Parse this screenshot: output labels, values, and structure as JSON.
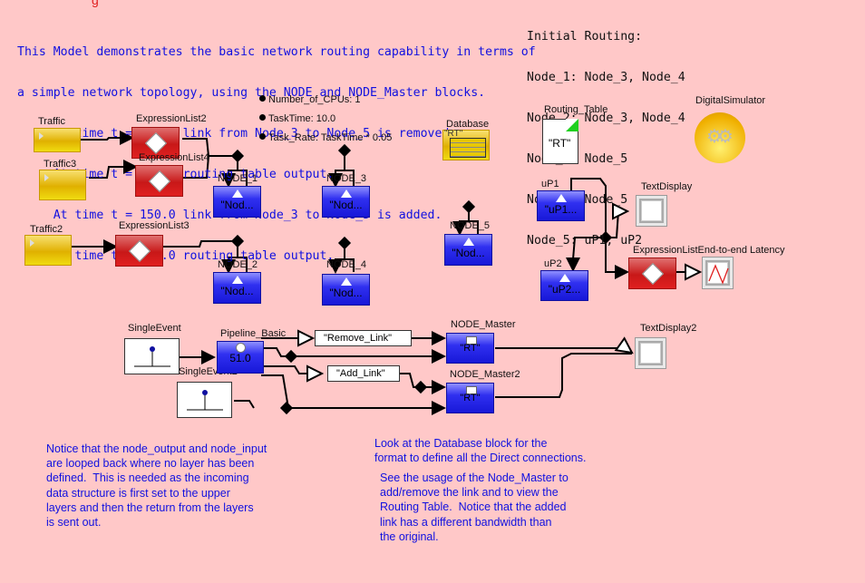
{
  "description": {
    "lines": [
      "This Model demonstrates the basic network routing capability in terms of",
      "a simple network topology, using the NODE and NODE_Master blocks.",
      "     At time t = 100.0 link from Node_3 to Node_5 is removed.",
      "     At time t = 110.0 routing table output.",
      "     At time t = 150.0 link from Node_3 to Node_5 is added.",
      "     At time t = 160.0 routing table output."
    ]
  },
  "initial_routing": {
    "lines": [
      "Initial Routing:",
      "Node_1: Node_3, Node_4",
      "Node_2: Node_3, Node_4",
      "Node_3: Node_5",
      "Node_4: Node_5",
      "Node_5: uP1, uP2"
    ]
  },
  "parameters": [
    "Number_of_CPUs: 1",
    "TaskTime: 10.0",
    "Task_Rate: TaskTime * 0.05"
  ],
  "blocks": {
    "traffic": {
      "label": "Traffic"
    },
    "traffic3": {
      "label": "Traffic3"
    },
    "traffic2": {
      "label": "Traffic2"
    },
    "exprlist2": {
      "label": "ExpressionList2"
    },
    "exprlist4": {
      "label": "ExpressionList4"
    },
    "exprlist3": {
      "label": "ExpressionList3"
    },
    "node1": {
      "label": "NODE_1",
      "value": "\"Nod..."
    },
    "node2": {
      "label": "NODE_2",
      "value": "\"Nod..."
    },
    "node3": {
      "label": "NODE_3",
      "value": "\"Nod..."
    },
    "node4": {
      "label": "NODE_4",
      "value": "\"Nod..."
    },
    "node5": {
      "label": "NODE_5",
      "value": "\"Nod..."
    },
    "database": {
      "label": "Database",
      "value": "\"RT\""
    },
    "routing_table": {
      "label": "Routing_Table",
      "value": "\"RT\""
    },
    "digital_simulator": {
      "label": "DigitalSimulator"
    },
    "up1": {
      "label": "uP1",
      "value": "\"uP1..."
    },
    "up2": {
      "label": "uP2",
      "value": "\"uP2..."
    },
    "text_display": {
      "label": "TextDisplay"
    },
    "exprlist_latency": {
      "label": "ExpressionListEnd-to-end Latency"
    },
    "single_event": {
      "label": "SingleEvent"
    },
    "single_event2": {
      "label": "SingleEvent2"
    },
    "pipeline": {
      "label": "Pipeline_Basic",
      "value": "51.0"
    },
    "remove_link": {
      "value": "\"Remove_Link\""
    },
    "add_link": {
      "value": "\"Add_Link\""
    },
    "node_master": {
      "label": "NODE_Master",
      "value": "\"RT\""
    },
    "node_master2": {
      "label": "NODE_Master2",
      "value": "\"RT\""
    },
    "text_display2": {
      "label": "TextDisplay2"
    }
  },
  "notes": {
    "left": "Notice that the node_output and node_input\nare looped back where no layer has been\ndefined.  This is needed as the incoming\ndata structure is first set to the upper\nlayers and then the return from the layers\nis sent out.",
    "database": "Look at the Database block for the\nformat to define all the Direct connections.",
    "master": "See the usage of the Node_Master to\nadd/remove the link and to view the\nRouting Table.  Notice that the added\nlink has a different bandwidth than\nthe original."
  }
}
